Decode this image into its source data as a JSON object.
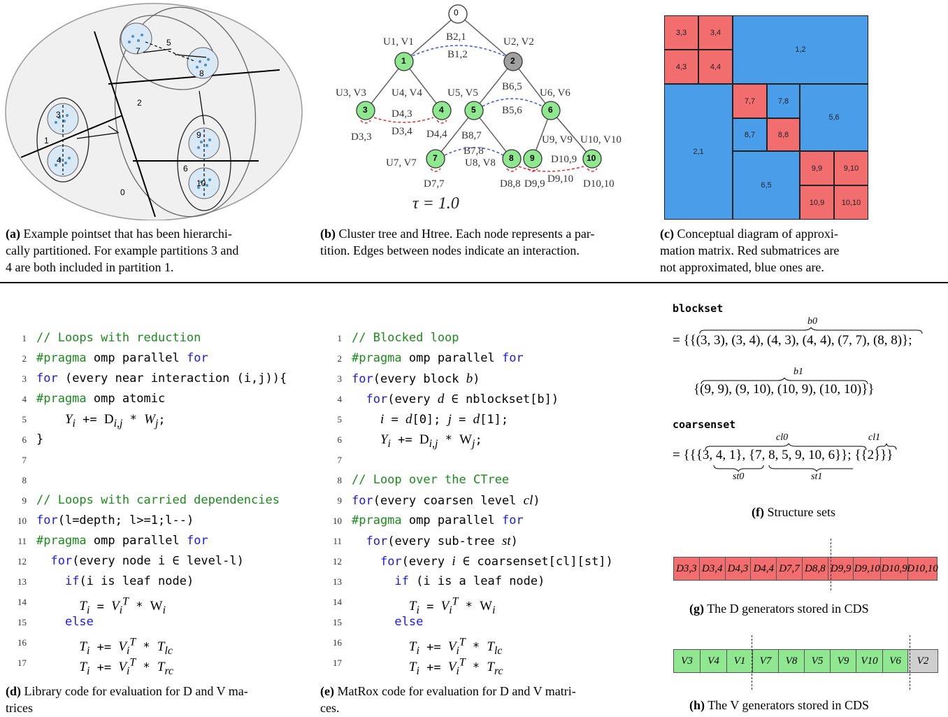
{
  "panel_a": {
    "partitions": [
      "0",
      "1",
      "2",
      "3",
      "4",
      "5",
      "6",
      "7",
      "8",
      "9",
      "10"
    ],
    "caption_label": "(a)",
    "caption_text": "Example pointset that has been hierarchically partitioned. For example partitions 3 and 4 are both included in partition 1.",
    "caption_lines": [
      "Example pointset that has been hierarchi-",
      "cally partitioned. For example partitions 3 and",
      "4 are both included in partition 1."
    ]
  },
  "panel_b": {
    "nodes": [
      "0",
      "1",
      "2",
      "3",
      "4",
      "5",
      "6",
      "7",
      "8",
      "9",
      "10"
    ],
    "labels": {
      "u1v1": "U1, V1",
      "u2v2": "U2, V2",
      "b21": "B2,1",
      "b12": "B1,2",
      "u3v3": "U3, V3",
      "u4v4": "U4, V4",
      "u5v5": "U5, V5",
      "b65": "B6,5",
      "u6v6": "U6, V6",
      "d43": "D4,3",
      "d33": "D3,3",
      "d34": "D3,4",
      "d44": "D4,4",
      "b87": "B8,7",
      "b78": "B7,8",
      "b56": "B5,6",
      "u9v9": "U9, V9",
      "u10v10": "U10, V10",
      "u7v7": "U7, V7",
      "u8v8": "U8, V8",
      "d109": "D10,9",
      "d77": "D7,7",
      "d88": "D8,8",
      "d99": "D9,9",
      "d910": "D9,10",
      "d1010": "D10,10"
    },
    "tau": "τ = 1.0",
    "caption_label": "(b)",
    "caption_lines": [
      "Cluster tree and Htree. Each node represents a par-",
      "tition. Edges between nodes indicate an interaction."
    ]
  },
  "panel_c": {
    "cells": [
      {
        "label": "3,3",
        "kind": "red"
      },
      {
        "label": "3,4",
        "kind": "red"
      },
      {
        "label": "4,3",
        "kind": "red"
      },
      {
        "label": "4,4",
        "kind": "red"
      },
      {
        "label": "1,2",
        "kind": "blue"
      },
      {
        "label": "2,1",
        "kind": "blue"
      },
      {
        "label": "7,7",
        "kind": "red"
      },
      {
        "label": "7,8",
        "kind": "blue"
      },
      {
        "label": "8,7",
        "kind": "blue"
      },
      {
        "label": "8,8",
        "kind": "red"
      },
      {
        "label": "5,6",
        "kind": "blue"
      },
      {
        "label": "6,5",
        "kind": "blue"
      },
      {
        "label": "9,9",
        "kind": "red"
      },
      {
        "label": "9,10",
        "kind": "red"
      },
      {
        "label": "10,9",
        "kind": "red"
      },
      {
        "label": "10,10",
        "kind": "red"
      }
    ],
    "colors": {
      "red": "#f26e6e",
      "blue": "#4a9de8"
    },
    "caption_label": "(c)",
    "caption_lines": [
      "Conceptual diagram of approxi-",
      "mation matrix. Red submatrices are",
      "not approximated, blue ones are."
    ]
  },
  "panel_d": {
    "lines": [
      "// Loops with reduction",
      "#pragma omp parallel for",
      "for (every near interaction (i,j)){",
      "#pragma omp atomic",
      "Yi += Di,j * Wj;",
      "}",
      "",
      "",
      "// Loops with carried dependencies",
      "for(l=depth; l>=1;l--)",
      "#pragma omp parallel for",
      "for(every node i ∈ level-l)",
      "if(i is leaf node)",
      "Ti = Vi^T * Wi",
      "else",
      "Ti += Vi^T * Tlc",
      "Ti += Vi^T * Trc"
    ],
    "caption_label": "(d)",
    "caption_lines": [
      "Library code for evaluation for D and V ma-",
      "trices"
    ]
  },
  "panel_e": {
    "lines": [
      "// Blocked loop",
      "#pragma omp parallel for",
      "for(every block b)",
      "for(every d ∈ nblockset[b])",
      "i = d[0]; j = d[1];",
      "Yi += Di,j * Wj;",
      "",
      "// Loop over the CTree",
      "for(every coarsen level cl)",
      "#pragma omp parallel for",
      "for(every sub-tree st)",
      "for(every i ∈ coarsenset[cl][st])",
      "if (i is a leaf node)",
      "Ti = Vi^T * Wi",
      "else",
      "Ti += Vi^T * Tlc",
      "Ti += Vi^T * Trc"
    ],
    "caption_label": "(e)",
    "caption_lines": [
      "MatRox code for evaluation for D and V matri-",
      "ces."
    ]
  },
  "panel_f": {
    "blockset_name": "blockset",
    "b0": "b0",
    "b0_set": "= {{(3, 3), (3, 4), (4, 3), (4, 4), (7, 7), (8, 8)};",
    "b1": "b1",
    "b1_set": "{(9, 9), (9, 10), (10, 9), (10, 10)}}",
    "coarsenset_name": "coarsenset",
    "cl0": "cl0",
    "cl1": "cl1",
    "coarsen_set": "= {{{3, 4, 1}, {7, 8, 5, 9, 10, 6}}; {{2}}}",
    "st0": "st0",
    "st1": "st1",
    "caption_label": "(f)",
    "caption_text": "Structure sets"
  },
  "panel_g": {
    "cells": [
      "D3,3",
      "D3,4",
      "D4,3",
      "D4,4",
      "D7,7",
      "D8,8",
      "D9,9",
      "D9,10",
      "D10,9",
      "D10,10"
    ],
    "caption_label": "(g)",
    "caption_text": "The D generators stored in CDS"
  },
  "panel_h": {
    "cells": [
      "V3",
      "V4",
      "V1",
      "V7",
      "V8",
      "V5",
      "V9",
      "V10",
      "V6",
      "V2"
    ],
    "colors": {
      "green": "#8fe88f",
      "gray": "#cfcfcf"
    },
    "caption_label": "(h)",
    "caption_text": "The V generators stored in CDS"
  }
}
